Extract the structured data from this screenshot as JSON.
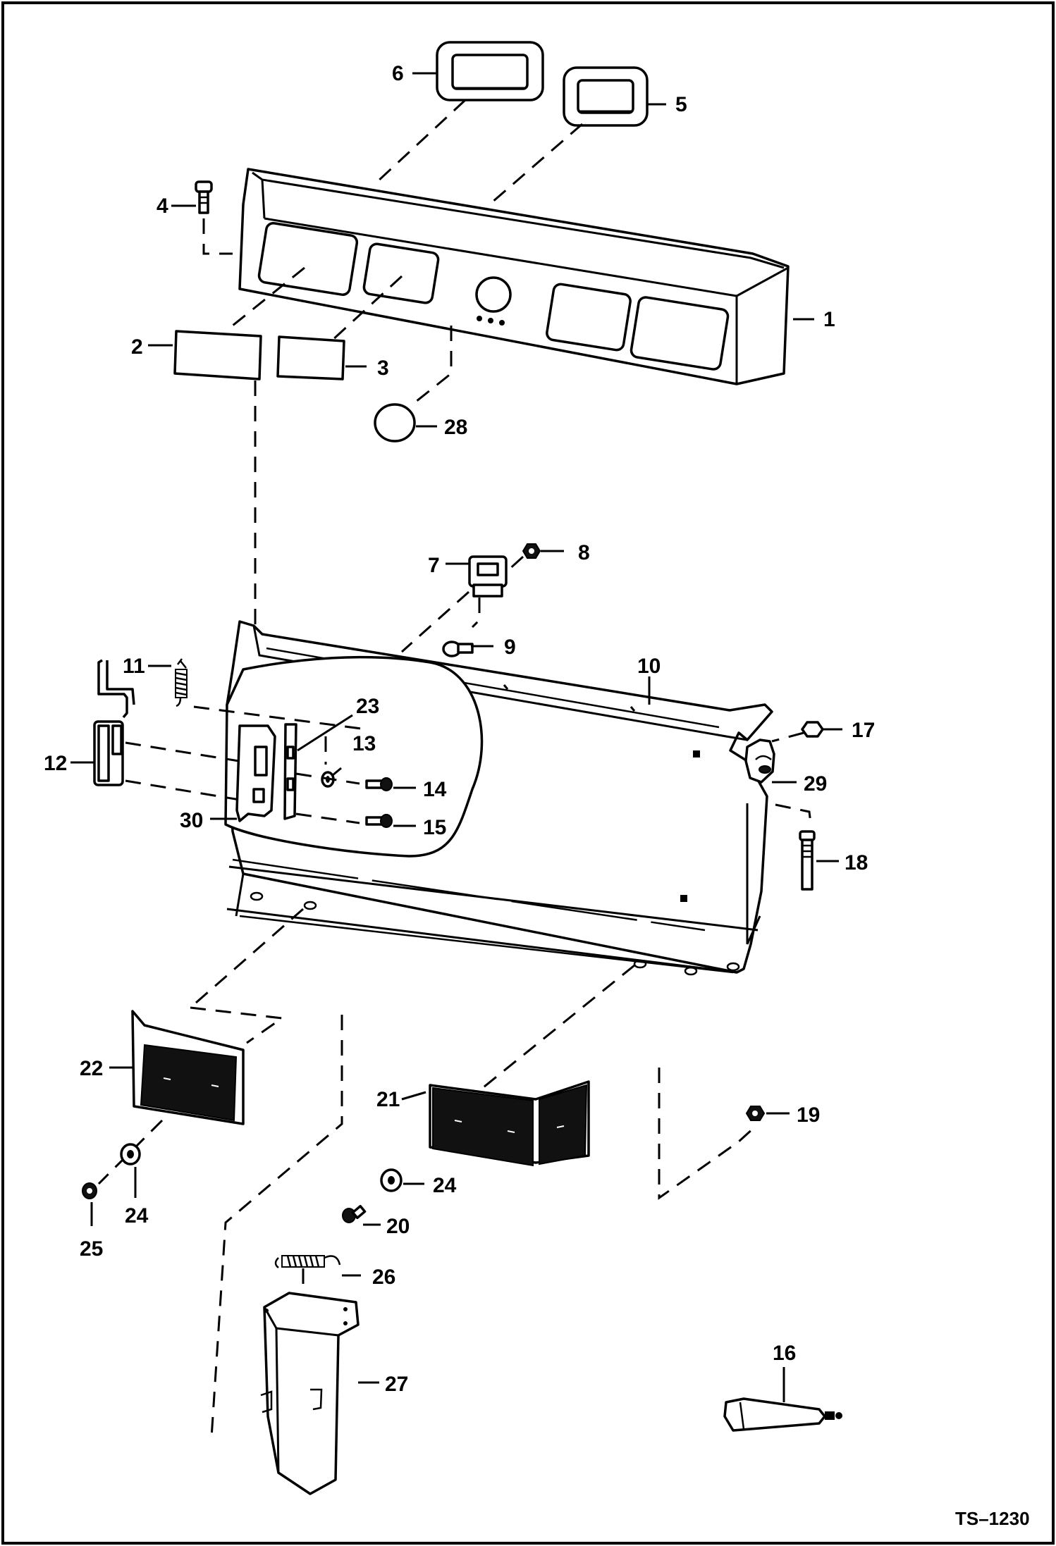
{
  "drawing_code": "TS–1230",
  "callouts": {
    "c1": "1",
    "c2": "2",
    "c3": "3",
    "c4": "4",
    "c5": "5",
    "c6": "6",
    "c7": "7",
    "c8": "8",
    "c9": "9",
    "c10": "10",
    "c11": "11",
    "c12": "12",
    "c13": "13",
    "c14": "14",
    "c15": "15",
    "c16": "16",
    "c17": "17",
    "c18": "18",
    "c19": "19",
    "c20": "20",
    "c21": "21",
    "c22": "22",
    "c23": "23",
    "c24a": "24",
    "c24b": "24",
    "c25": "25",
    "c26": "26",
    "c27": "27",
    "c28": "28",
    "c29": "29",
    "c30": "30"
  }
}
